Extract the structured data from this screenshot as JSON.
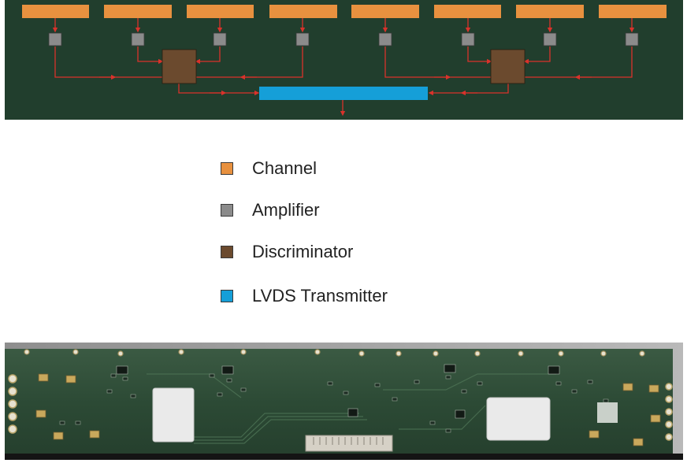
{
  "legend": {
    "channel": "Channel",
    "amplifier": "Amplifier",
    "discriminator": "Discriminator",
    "lvds": "LVDS Transmitter"
  },
  "colors": {
    "board_green": "#213e2d",
    "channel": "#e8913f",
    "amplifier": "#8b8b8b",
    "discriminator": "#6b4a2e",
    "lvds": "#159fd8",
    "signal_line": "#d9322b"
  },
  "diagram": {
    "channel_count": 8,
    "amplifier_count": 8,
    "discriminator_count": 2,
    "lvds_count": 1
  }
}
